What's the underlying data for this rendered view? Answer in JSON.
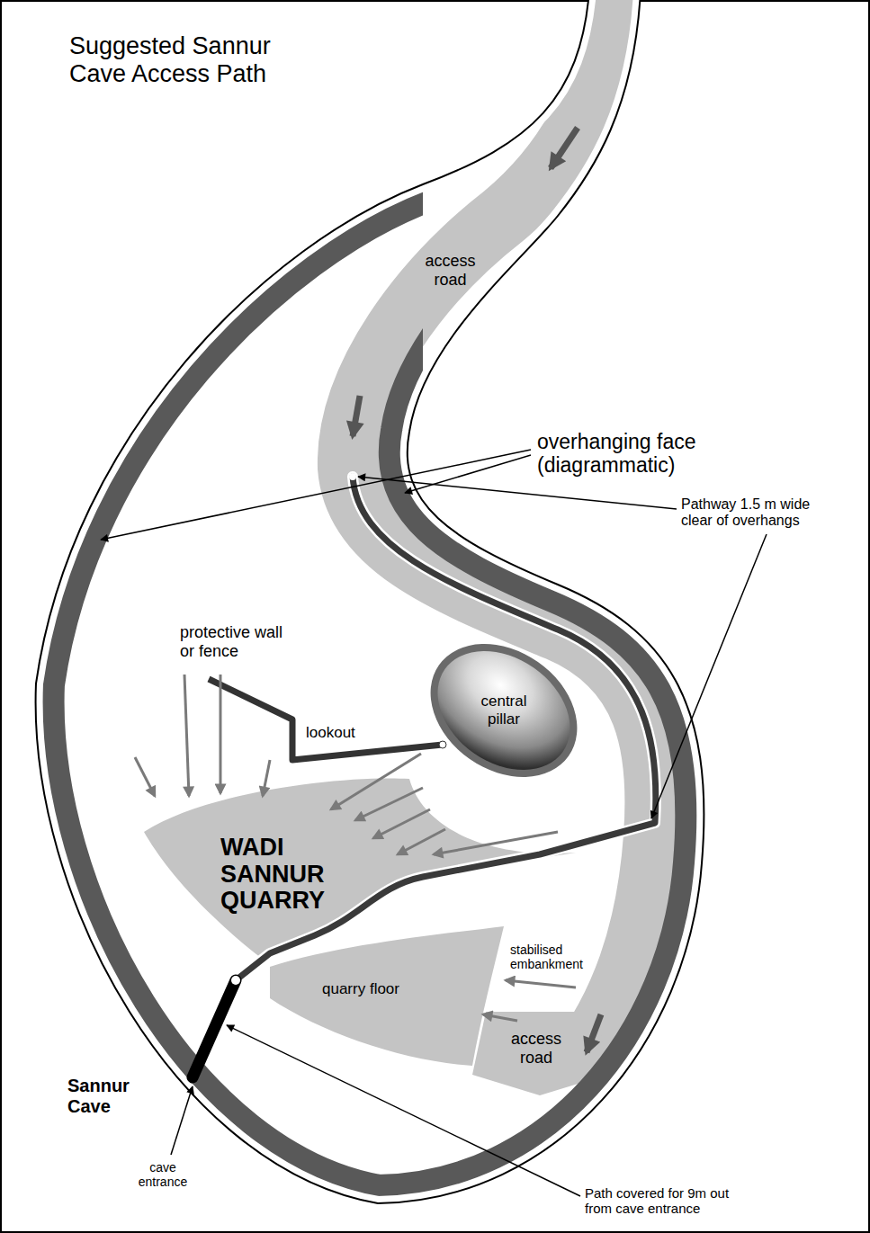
{
  "diagram": {
    "title": "Suggested Sannur Cave Access Path",
    "nodes": [
      {
        "text": [
          "central pillar"
        ]
      }
    ],
    "labels": [
      "access road",
      "overhanging face (diagrammatic)",
      "Pathway 1.5 m wide clear of overhangs",
      "protective wall or fence",
      "lookout",
      "WADI SANNUR QUARRY",
      "stabilised embankment",
      "quarry floor",
      "access road",
      "Sannur Cave",
      "cave entrance",
      "Path covered for 9m out from cave entrance"
    ]
  }
}
